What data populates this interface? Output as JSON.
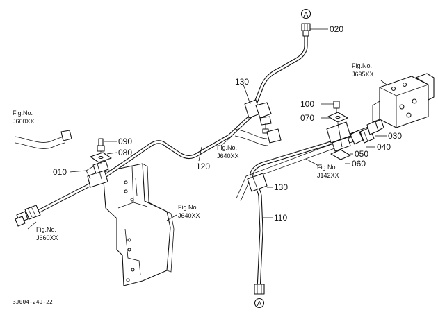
{
  "diagram": {
    "part_numbers": {
      "p020": "020",
      "p030": "030",
      "p040": "040",
      "p050": "050",
      "p060": "060",
      "p070": "070",
      "p080": "080",
      "p090": "090",
      "p100": "100",
      "p010": "010",
      "p110": "110",
      "p120": "120",
      "p130a": "130",
      "p130b": "130"
    },
    "figure_refs": {
      "fig_label": "Fig.No.",
      "j660_top": "J660XX",
      "j660_bottom": "J660XX",
      "j640_upper": "J640XX",
      "j640_lower": "J640XX",
      "j695": "J695XX",
      "j142": "J142XX"
    },
    "connector_marks": {
      "top": "A",
      "bottom": "A"
    },
    "drawing_code": "3J004-249-22"
  }
}
